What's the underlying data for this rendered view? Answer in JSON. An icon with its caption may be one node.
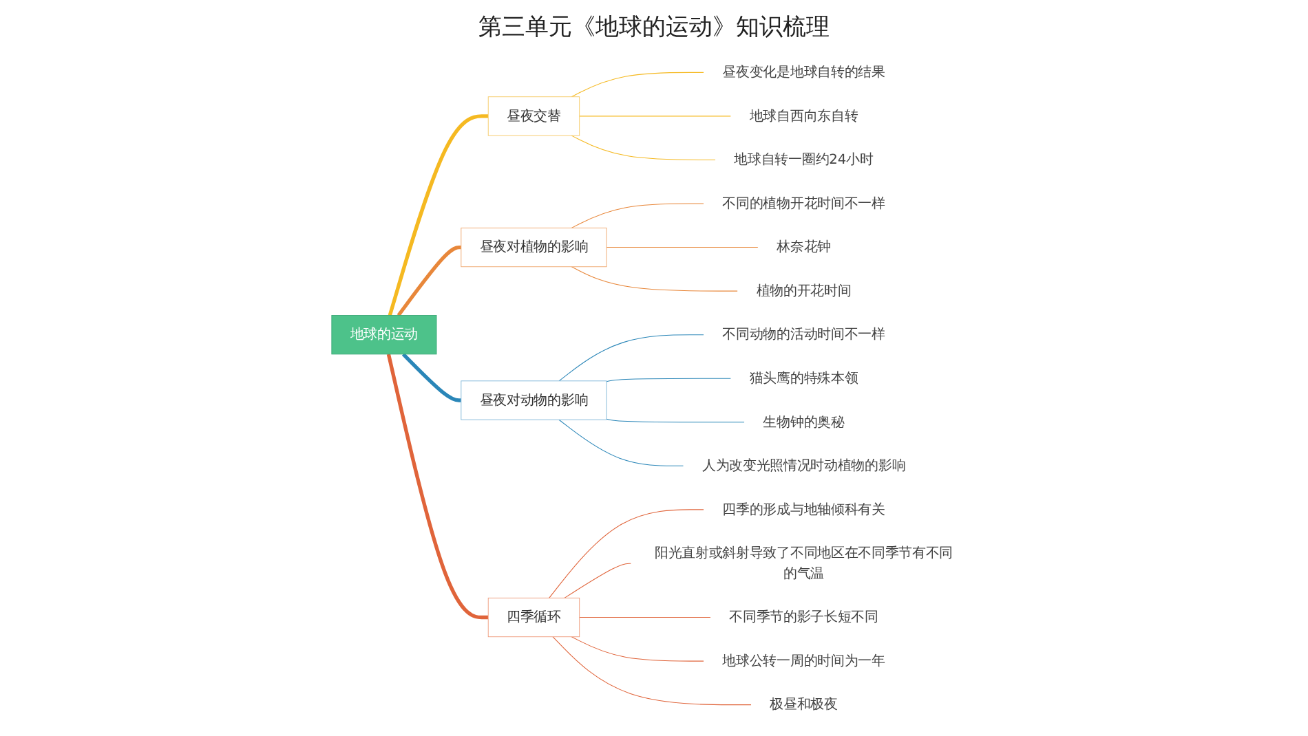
{
  "diagram": {
    "title": "第三单元《地球的运动》知识梳理",
    "nodes": [
      {
        "text": [
          "地球的运动"
        ]
      },
      {
        "text": [
          "昼夜交替"
        ]
      },
      {
        "text": [
          "昼夜变化是地球自转的结果"
        ]
      },
      {
        "text": [
          "地球自西向东自转"
        ]
      },
      {
        "text": [
          "地球自转一圈约24小时"
        ]
      },
      {
        "text": [
          "昼夜对植物的影响"
        ]
      },
      {
        "text": [
          "不同的植物开花时间不一样"
        ]
      },
      {
        "text": [
          "林奈花钟"
        ]
      },
      {
        "text": [
          "植物的开花时间"
        ]
      },
      {
        "text": [
          "昼夜对动物的影响"
        ]
      },
      {
        "text": [
          "不同动物的活动时间不一样"
        ]
      },
      {
        "text": [
          "猫头鹰的特殊本领"
        ]
      },
      {
        "text": [
          "生物钟的奥秘"
        ]
      },
      {
        "text": [
          "人为改变光照情况时动植物的影响"
        ]
      },
      {
        "text": [
          "四季循环"
        ]
      },
      {
        "text": [
          "四季的形成与地轴倾科有关"
        ]
      },
      {
        "text": [
          "阳光直射或斜射导致了不同地区在不同季节有不同的气温"
        ]
      },
      {
        "text": [
          "不同季节的影子长短不同"
        ]
      },
      {
        "text": [
          "地球公转一周的时间为一年"
        ]
      },
      {
        "text": [
          "极昼和极夜"
        ]
      }
    ],
    "edges": [
      {
        "from": 0,
        "to": 1,
        "arrow": "none",
        "style": "thick",
        "color": "#f5b921"
      },
      {
        "from": 1,
        "to": 2,
        "arrow": "none",
        "color": "#f5b921"
      },
      {
        "from": 1,
        "to": 3,
        "arrow": "none",
        "color": "#f5b921"
      },
      {
        "from": 1,
        "to": 4,
        "arrow": "none",
        "color": "#f5b921"
      },
      {
        "from": 0,
        "to": 5,
        "arrow": "none",
        "style": "thick",
        "color": "#e8873a"
      },
      {
        "from": 5,
        "to": 6,
        "arrow": "none",
        "color": "#e8873a"
      },
      {
        "from": 5,
        "to": 7,
        "arrow": "none",
        "color": "#e8873a"
      },
      {
        "from": 5,
        "to": 8,
        "arrow": "none",
        "color": "#e8873a"
      },
      {
        "from": 0,
        "to": 9,
        "arrow": "none",
        "style": "thick",
        "color": "#2a86b8"
      },
      {
        "from": 9,
        "to": 10,
        "arrow": "none",
        "color": "#2a86b8"
      },
      {
        "from": 9,
        "to": 11,
        "arrow": "none",
        "color": "#2a86b8"
      },
      {
        "from": 9,
        "to": 12,
        "arrow": "none",
        "color": "#2a86b8"
      },
      {
        "from": 9,
        "to": 13,
        "arrow": "none",
        "color": "#2a86b8"
      },
      {
        "from": 0,
        "to": 14,
        "arrow": "none",
        "style": "thick"
      },
      {
        "from": 14,
        "to": 15,
        "arrow": "none"
      },
      {
        "from": 14,
        "to": 16,
        "arrow": "none"
      },
      {
        "from": 14,
        "to": 17,
        "arrow": "none"
      },
      {
        "from": 14,
        "to": 18,
        "arrow": "none"
      },
      {
        "from": 14,
        "to": 19,
        "arrow": "none"
      }
    ]
  }
}
